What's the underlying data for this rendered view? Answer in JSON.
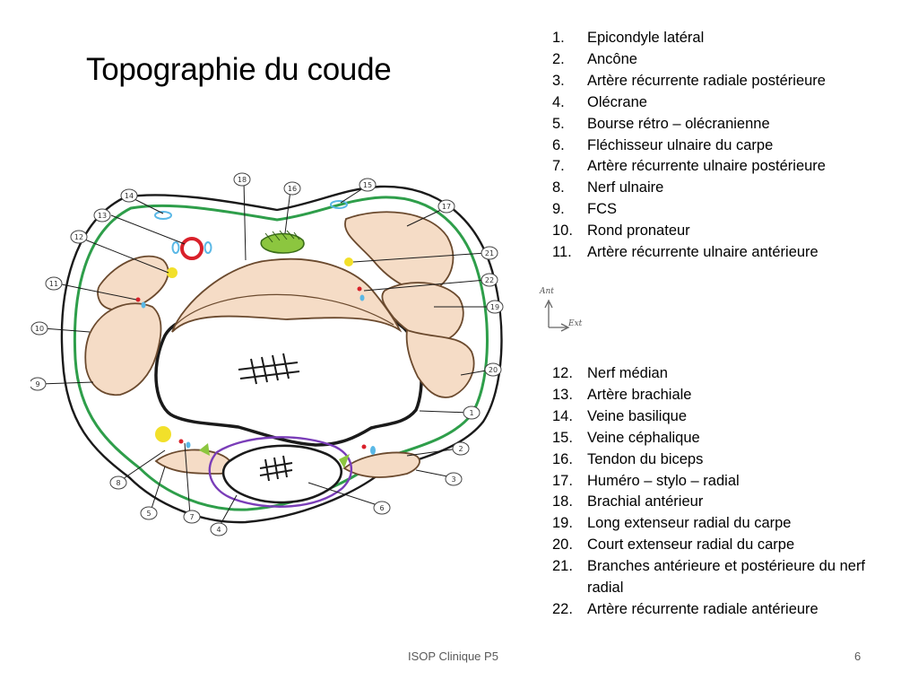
{
  "title": "Topographie du coude",
  "legend_top": [
    {
      "num": "1.",
      "text": "Epicondyle latéral"
    },
    {
      "num": "2.",
      "text": "Ancône"
    },
    {
      "num": "3.",
      "text": "Artère récurrente radiale postérieure"
    },
    {
      "num": "4.",
      "text": "Olécrane"
    },
    {
      "num": "5.",
      "text": "Bourse rétro – olécranienne"
    },
    {
      "num": "6.",
      "text": "Fléchisseur ulnaire du carpe"
    },
    {
      "num": "7.",
      "text": "Artère récurrente ulnaire postérieure"
    },
    {
      "num": "8.",
      "text": "Nerf ulnaire"
    },
    {
      "num": "9.",
      "text": "FCS"
    },
    {
      "num": "10.",
      "text": "Rond pronateur"
    },
    {
      "num": "11.",
      "text": "Artère récurrente ulnaire antérieure"
    }
  ],
  "legend_bottom": [
    {
      "num": "12.",
      "text": "Nerf médian"
    },
    {
      "num": "13.",
      "text": "Artère brachiale"
    },
    {
      "num": "14.",
      "text": "Veine basilique"
    },
    {
      "num": "15.",
      "text": "Veine céphalique"
    },
    {
      "num": "16.",
      "text": "Tendon du biceps"
    },
    {
      "num": "17.",
      "text": "Huméro – stylo – radial"
    },
    {
      "num": "18.",
      "text": "Brachial antérieur"
    },
    {
      "num": "19.",
      "text": "Long extenseur radial du carpe"
    },
    {
      "num": "20.",
      "text": "Court extenseur radial du carpe"
    },
    {
      "num": "21.",
      "text": "Branches antérieure et postérieure du nerf radial"
    },
    {
      "num": "22.",
      "text": "Artère récurrente radiale antérieure"
    }
  ],
  "axis": {
    "up_label": "Ant",
    "right_label": "Ext"
  },
  "callouts": [
    "14",
    "16",
    "15",
    "18",
    "17",
    "13",
    "12",
    "21",
    "11",
    "22",
    "19",
    "10",
    "20",
    "9",
    "1",
    "2",
    "8",
    "5",
    "3",
    "7",
    "4",
    "6"
  ],
  "footer": "ISOP Clinique P5",
  "page_number": "6",
  "colors": {
    "skin_outline": "#1a1a1a",
    "fascia": "#2e9e4a",
    "muscle_fill": "#f5dcc6",
    "muscle_stroke": "#6b4a2e",
    "nerve": "#f2e02a",
    "artery": "#d9202a",
    "vein": "#5ab8e6",
    "tendon": "#8cc63f",
    "bursa": "#7a3db8"
  }
}
